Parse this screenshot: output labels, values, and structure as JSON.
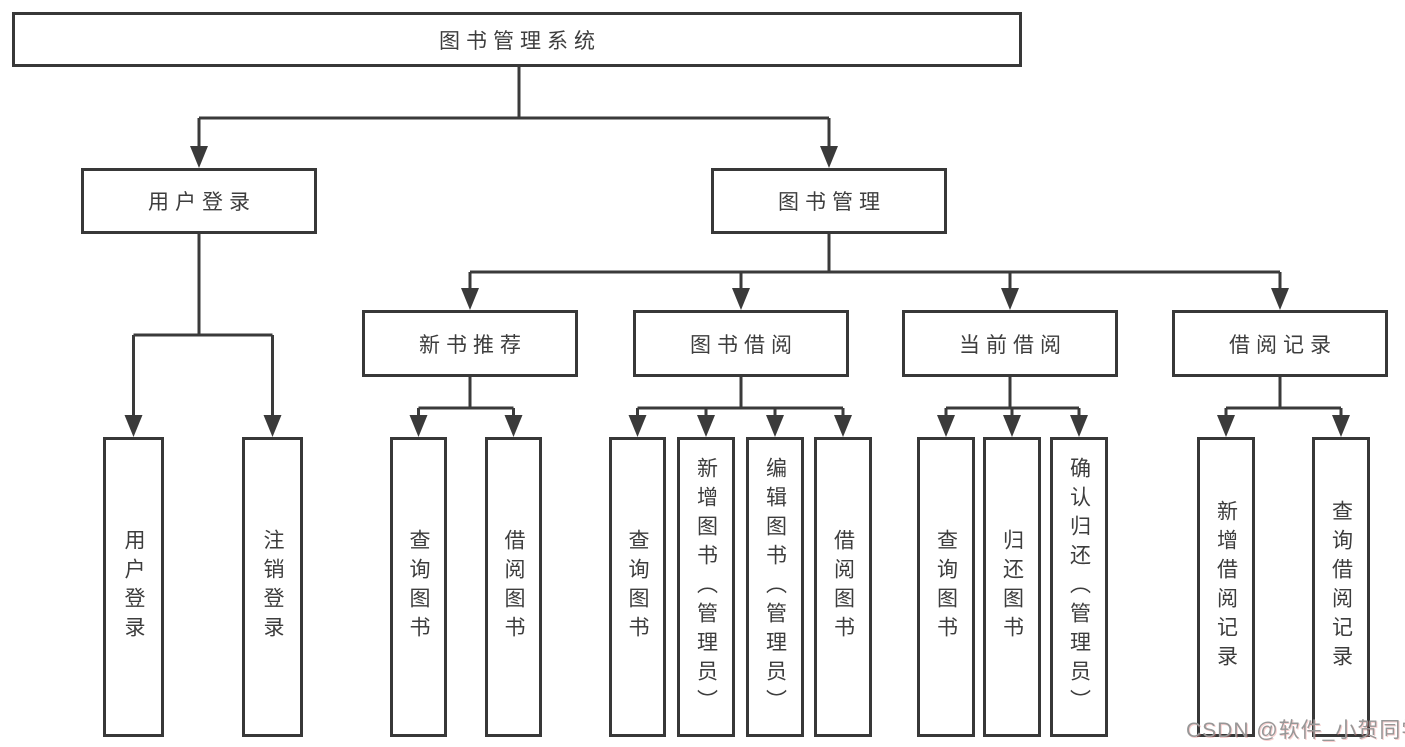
{
  "diagram": {
    "title_node": "图书管理系统",
    "tree": {
      "label": "图书管理系统",
      "children": [
        {
          "label": "用户登录",
          "children": [
            {
              "label": "用户登录"
            },
            {
              "label": "注销登录"
            }
          ]
        },
        {
          "label": "图书管理",
          "children": [
            {
              "label": "新书推荐",
              "children": [
                {
                  "label": "查询图书"
                },
                {
                  "label": "借阅图书"
                }
              ]
            },
            {
              "label": "图书借阅",
              "children": [
                {
                  "label": "查询图书"
                },
                {
                  "label": "新增图书（管理员）"
                },
                {
                  "label": "编辑图书（管理员）"
                },
                {
                  "label": "借阅图书"
                }
              ]
            },
            {
              "label": "当前借阅",
              "children": [
                {
                  "label": "查询图书"
                },
                {
                  "label": "归还图书"
                },
                {
                  "label": "确认归还（管理员）"
                }
              ]
            },
            {
              "label": "借阅记录",
              "children": [
                {
                  "label": "新增借阅记录"
                },
                {
                  "label": "查询借阅记录"
                }
              ]
            }
          ]
        }
      ]
    }
  },
  "watermark": {
    "text": "CSDN @软件_小贺同学"
  },
  "colors": {
    "line": "#3a3a3a",
    "box_border": "#383838",
    "text": "#3d3d3d",
    "background": "#ffffff",
    "watermark": "#979797"
  }
}
